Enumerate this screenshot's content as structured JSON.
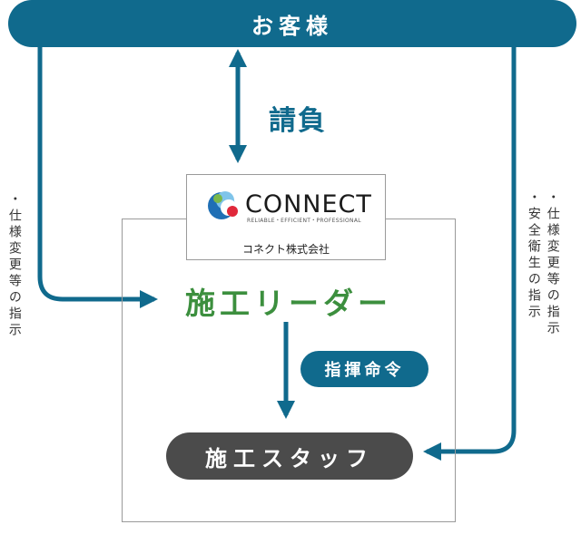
{
  "customer_label": "お客様",
  "contract_label": "請負",
  "company": {
    "logo_word": "CONNECT",
    "logo_tagline": "RELIABLE・EFFICIENT・PROFESSIONAL",
    "name": "コネクト株式会社"
  },
  "leader_label": "施工リーダー",
  "command_label": "指揮命令",
  "staff_label": "施工スタッフ",
  "left_note": "・仕様変更等の指示",
  "right_note_lines": [
    "・仕様変更等の指示",
    "・安全衛生の指示"
  ],
  "colors": {
    "primary_blue": "#106a8d",
    "leader_green": "#3c8f3e",
    "staff_gray": "#4b4b4b",
    "frame_gray": "#9a9a9a"
  }
}
